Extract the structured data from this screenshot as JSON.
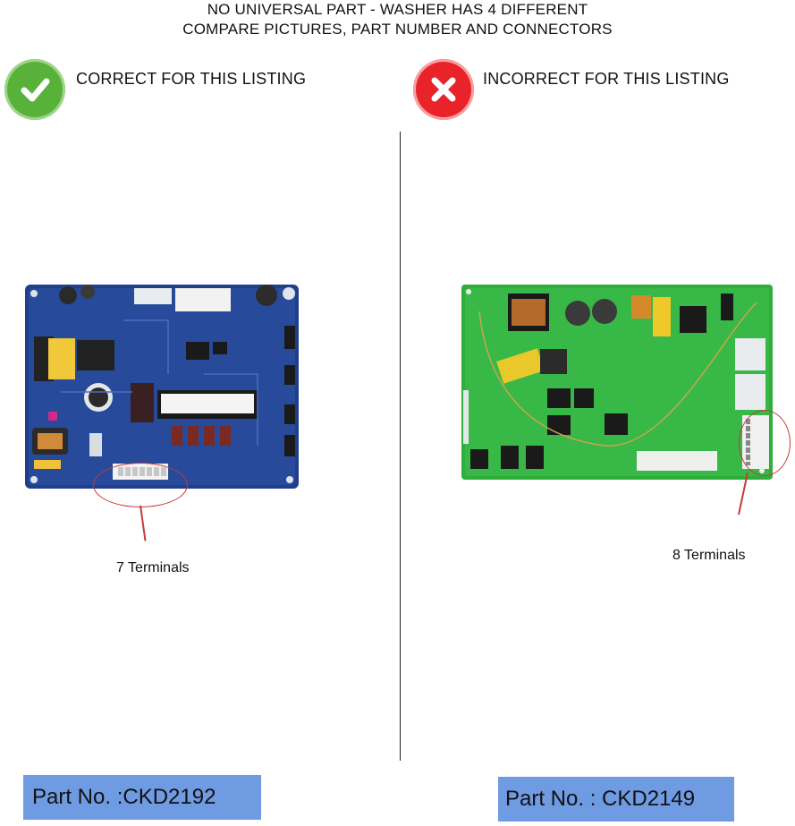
{
  "heading": {
    "line1": "NO UNIVERSAL PART - WASHER HAS 4 DIFFERENT",
    "line2": "COMPARE PICTURES,  PART NUMBER AND CONNECTORS"
  },
  "left": {
    "status_icon": "check-icon",
    "status_color": "#58b23a",
    "status_label": "CORRECT FOR THIS LISTING",
    "terminals_label": "7 Terminals",
    "part_label": "Part No. :CKD2192",
    "board_color": "#1f3f8a"
  },
  "right": {
    "status_icon": "x-icon",
    "status_color": "#e8232a",
    "status_label": "INCORRECT FOR THIS LISTING",
    "terminals_label": "8 Terminals",
    "part_label": "Part No. : CKD2149",
    "board_color": "#2fae3c"
  },
  "colors": {
    "part_box": "#6f9be3",
    "annotation": "#c63a3a"
  }
}
